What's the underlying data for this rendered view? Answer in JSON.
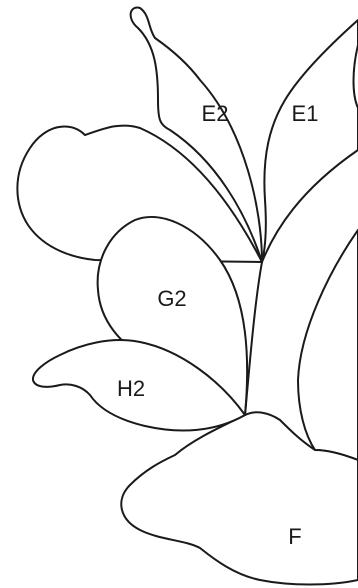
{
  "pieces": {
    "e2": {
      "label": "E2"
    },
    "e1": {
      "label": "E1"
    },
    "g2": {
      "label": "G2"
    },
    "h2": {
      "label": "H2"
    },
    "f": {
      "label": "F"
    }
  },
  "colors": {
    "stroke": "#1a1a1a",
    "fill": "#ffffff"
  }
}
